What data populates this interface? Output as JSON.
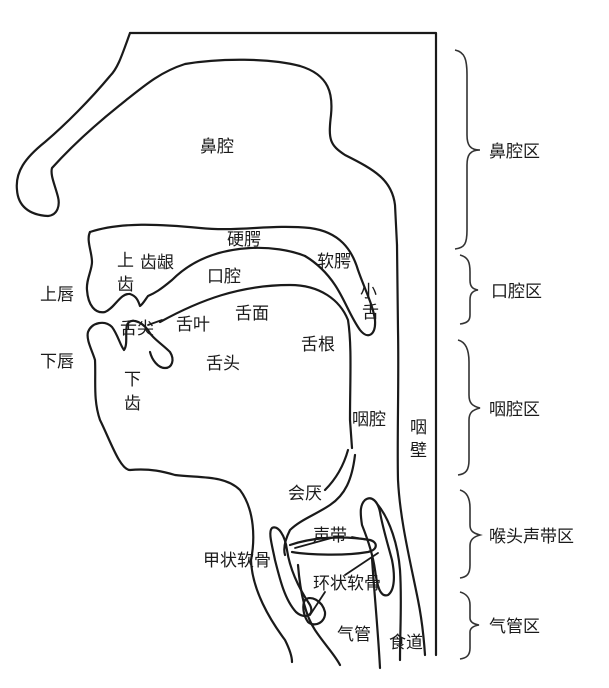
{
  "diagram": {
    "labels": {
      "nasal_cavity": "鼻腔",
      "hard_palate": "硬腭",
      "soft_palate": "软腭",
      "upper_teeth_1": "上",
      "upper_teeth_2": "齿",
      "alveolar_ridge": "齿龈",
      "oral_cavity": "口腔",
      "uvula_1": "小",
      "uvula_2": "舌",
      "upper_lip": "上唇",
      "lower_lip": "下唇",
      "tongue_tip": "舌尖",
      "tongue_blade": "舌叶",
      "tongue_surface": "舌面",
      "tongue_body": "舌头",
      "tongue_root": "舌根",
      "lower_teeth_1": "下",
      "lower_teeth_2": "齿",
      "pharyngeal_cavity": "咽腔",
      "pharyngeal_wall_1": "咽",
      "pharyngeal_wall_2": "壁",
      "epiglottis": "会厌",
      "vocal_cords": "声带",
      "thyroid_cartilage": "甲状软骨",
      "cricoid_cartilage": "环状软骨",
      "trachea": "气管",
      "esophagus": "食道"
    },
    "regions": [
      {
        "label": "鼻腔区"
      },
      {
        "label": "口腔区"
      },
      {
        "label": "咽腔区"
      },
      {
        "label": "喉头声带区"
      },
      {
        "label": "气管区"
      }
    ],
    "line_color": "#1a1a1a"
  }
}
